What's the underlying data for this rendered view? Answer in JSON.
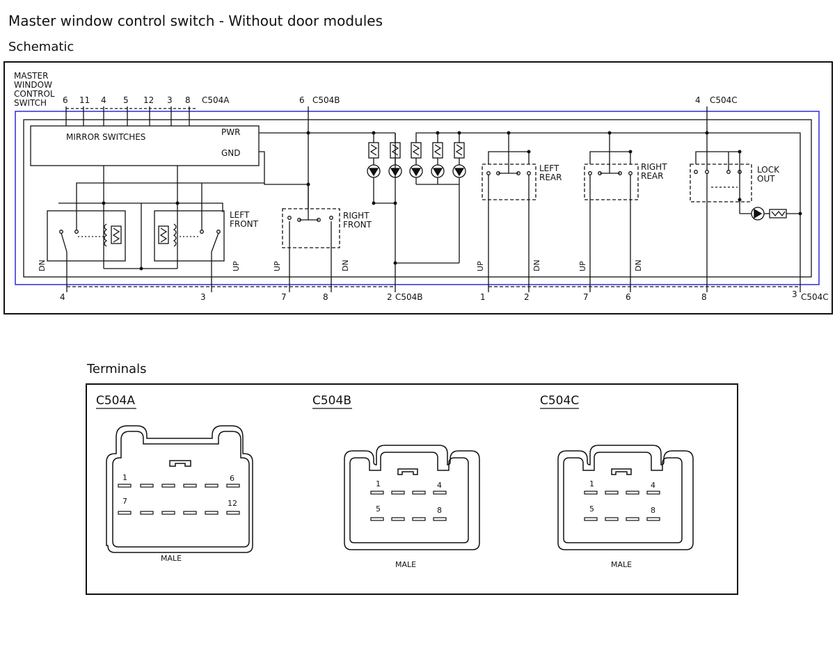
{
  "page": {
    "title": "Master window control switch - Without door modules",
    "schematic_title": "Schematic",
    "terminals_title": "Terminals"
  },
  "schematic": {
    "component_label": [
      "MASTER",
      "WINDOW",
      "CONTROL",
      "SWITCH"
    ],
    "mirror_switches": "MIRROR SWITCHES",
    "pwr": "PWR",
    "gnd": "GND",
    "c504a_pins_top": [
      "6",
      "11",
      "4",
      "5",
      "12",
      "3",
      "8"
    ],
    "connector_c504a": "C504A",
    "connector_c504b": "C504B",
    "connector_c504c": "C504C",
    "top_pin_b": "6",
    "top_pin_c": "4",
    "switch_left_front": [
      "LEFT",
      "FRONT"
    ],
    "switch_right_front": [
      "RIGHT",
      "FRONT"
    ],
    "switch_left_rear": [
      "LEFT",
      "REAR"
    ],
    "switch_right_rear": [
      "RIGHT",
      "REAR"
    ],
    "switch_lock_out": [
      "LOCK",
      "OUT"
    ],
    "dn": "DN",
    "up": "UP",
    "bottom_pins": [
      "4",
      "3",
      "7",
      "8",
      "2",
      "1",
      "2",
      "7",
      "6",
      "8",
      "3"
    ],
    "bottom_c504b": "C504B",
    "bottom_c504c": "C504C",
    "colors": {
      "line": "#111111",
      "outline_blue": "#2b2bd9"
    }
  },
  "terminals": {
    "connectors": [
      {
        "name": "C504A",
        "gender": "MALE",
        "pins": [
          "1",
          "6",
          "7",
          "12"
        ]
      },
      {
        "name": "C504B",
        "gender": "MALE",
        "pins": [
          "1",
          "4",
          "5",
          "8"
        ]
      },
      {
        "name": "C504C",
        "gender": "MALE",
        "pins": [
          "1",
          "4",
          "5",
          "8"
        ]
      }
    ]
  }
}
